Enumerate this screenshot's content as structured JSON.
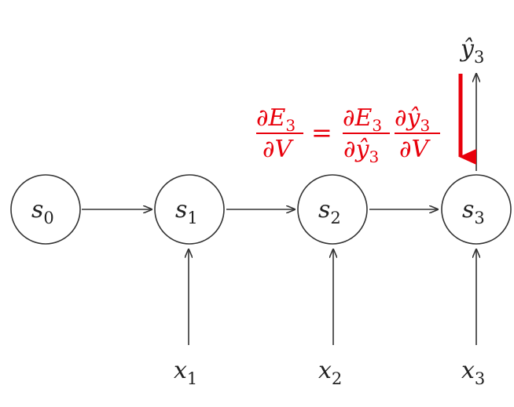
{
  "colors": {
    "node_stroke": "#333333",
    "edge": "#333333",
    "highlight": "#e8000b",
    "text": "#222222"
  },
  "nodes": [
    {
      "base": "s",
      "sub": "0"
    },
    {
      "base": "s",
      "sub": "1"
    },
    {
      "base": "s",
      "sub": "2"
    },
    {
      "base": "s",
      "sub": "3"
    }
  ],
  "inputs": [
    {
      "base": "x",
      "sub": "1"
    },
    {
      "base": "x",
      "sub": "2"
    },
    {
      "base": "x",
      "sub": "3"
    }
  ],
  "output": {
    "base": "ŷ",
    "sub": "3"
  },
  "equation": {
    "lhs_num": {
      "base": "∂E",
      "sub": "3"
    },
    "lhs_den": "∂V",
    "equals": "=",
    "rhs1_num": {
      "base": "∂E",
      "sub": "3"
    },
    "rhs1_den": {
      "base": "∂ŷ",
      "sub": "3"
    },
    "rhs2_num": {
      "base": "∂ŷ",
      "sub": "3"
    },
    "rhs2_den": "∂V"
  }
}
